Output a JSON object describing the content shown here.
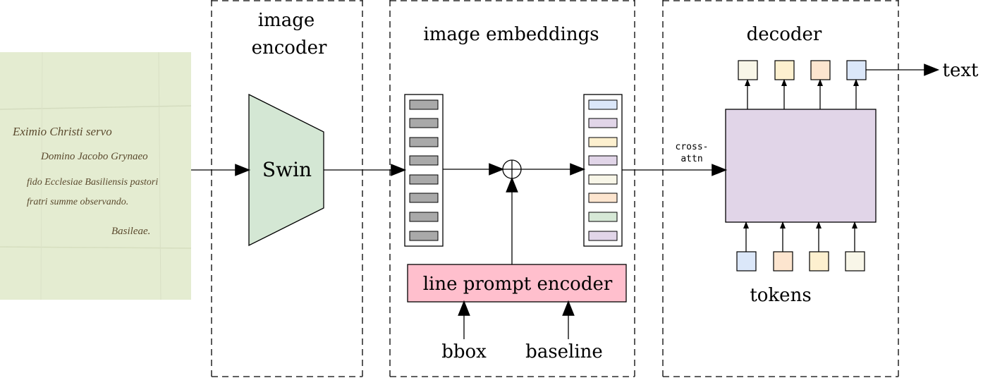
{
  "colors": {
    "paper": "#e4ecd1",
    "swin_fill": "#d4e7d4",
    "prompt_encoder_fill": "#ffbfcd",
    "decoder_fill": "#e1d5e8",
    "embed_grey": "#a9a9a9",
    "token_blue": "#dbe7f9",
    "token_orange": "#fde5cf",
    "token_yellow": "#fdf0cf",
    "token_cream": "#f8f6e8",
    "token_green": "#d6e8d6",
    "token_purple": "#e1d5e8"
  },
  "document": {
    "lines": [
      "Eximio Christi servo",
      "Domino Jacobo Grynaeo",
      "fido Ecclesiae Basiliensis pastori",
      "fratri summe observando.",
      "Basileae."
    ]
  },
  "sections": {
    "encoder_title_line1": "image",
    "encoder_title_line2": "encoder",
    "embeddings_title": "image embeddings",
    "decoder_title": "decoder"
  },
  "encoder": {
    "label": "Swin"
  },
  "prompt_encoder": {
    "label": "line prompt encoder"
  },
  "inputs": {
    "bbox": "bbox",
    "baseline": "baseline"
  },
  "decoder": {
    "cross_attn_line1": "cross-",
    "cross_attn_line2": "attn",
    "tokens_label": "tokens",
    "output_label": "text"
  }
}
